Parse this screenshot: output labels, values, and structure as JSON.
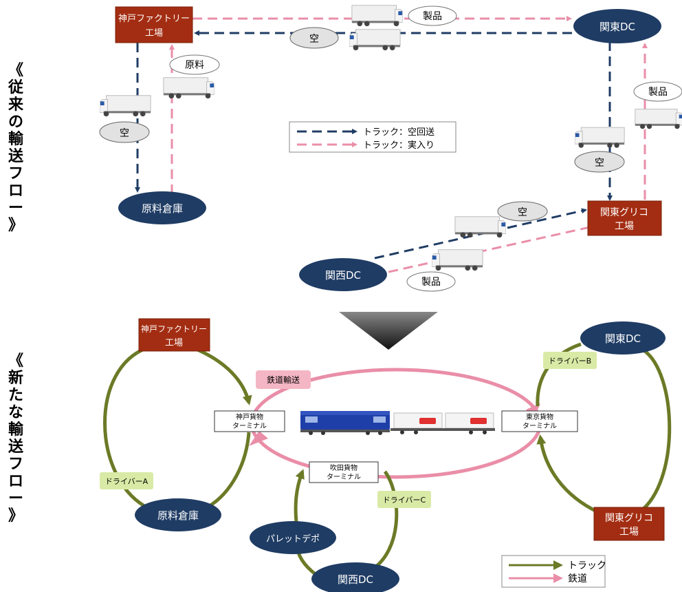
{
  "sections": {
    "old": [
      "《",
      "従",
      "来",
      "の",
      "輸",
      "送",
      "フ",
      "ロ",
      "ー",
      "》"
    ],
    "new": [
      "《",
      "新",
      "た",
      "な",
      "輸",
      "送",
      "フ",
      "ロ",
      "ー",
      "》"
    ]
  },
  "nodes": {
    "kobe_factory": [
      "神戸ファクトリー",
      "工場"
    ],
    "kanto_dc": "関東DC",
    "raw_warehouse": "原料倉庫",
    "kanto_glico": [
      "関東グリコ",
      "工場"
    ],
    "kansai_dc": "関西DC",
    "kobe_terminal": [
      "神戸貨物",
      "ターミナル"
    ],
    "tokyo_terminal": [
      "東京貨物",
      "ターミナル"
    ],
    "suita_terminal": [
      "吹田貨物",
      "ターミナル"
    ],
    "pallet_depot": "パレットデポ"
  },
  "tags": {
    "product": "製品",
    "empty": "空",
    "material": "原料",
    "rail": "鉄道輸送",
    "driver_a": "ドライバーA",
    "driver_b": "ドライバーB",
    "driver_c": "ドライバーC"
  },
  "legend_old": {
    "empty_return": "トラック：空回送",
    "loaded": "トラック：実入り"
  },
  "legend_new": {
    "truck": "トラック",
    "rail": "鉄道"
  },
  "colors": {
    "node_dark": "#1f3c64",
    "node_factory": "#a32d12",
    "dash_dark": "#1f3c64",
    "dash_pink": "#ea8ea8",
    "truck_green": "#6b7a26",
    "rail_pink": "#ea8ea8",
    "driver_tag": "#d9eaa6",
    "rail_tag": "#f4b6c4",
    "pill_gray": "#e2e2e2"
  }
}
